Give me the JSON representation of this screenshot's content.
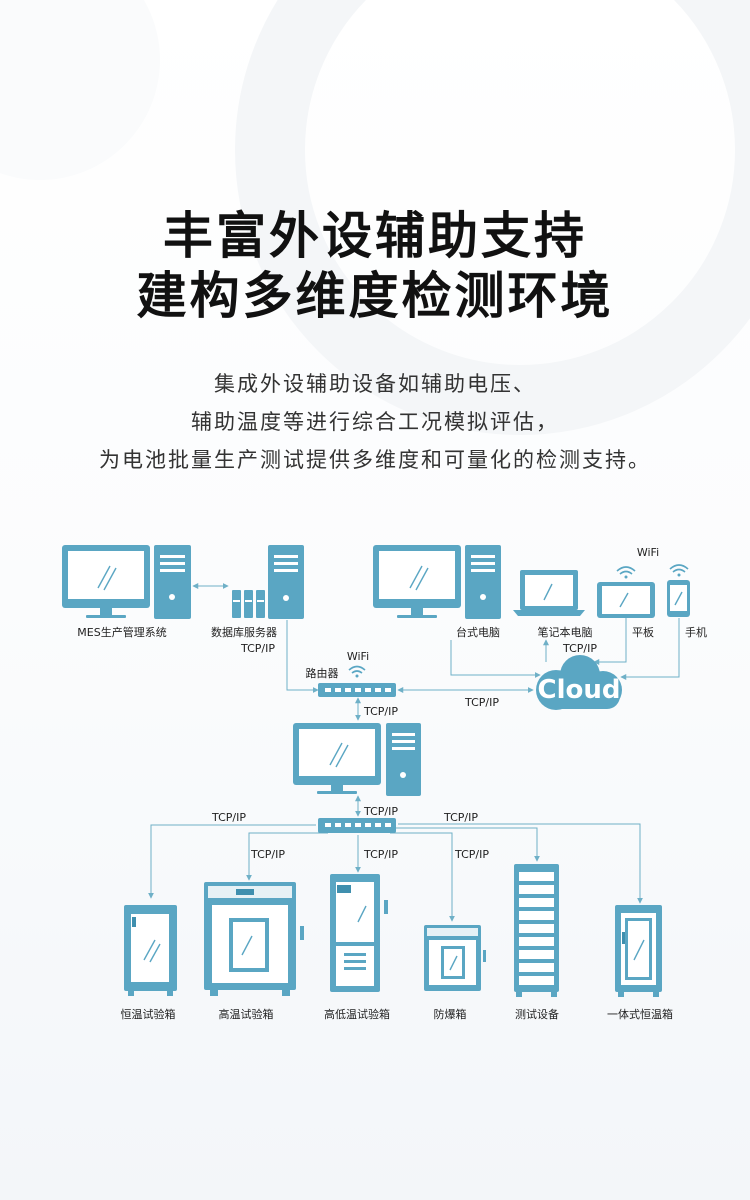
{
  "headline": {
    "line1": "丰富外设辅助支持",
    "line2": "建构多维度检测环境"
  },
  "description": {
    "line1": "集成外设辅助设备如辅助电压、",
    "line2": "辅助温度等进行综合工况模拟评估，",
    "line3": "为电池批量生产测试提供多维度和可量化的检测支持。"
  },
  "diagram": {
    "nodes": {
      "mes": "MES生产管理系统",
      "db_server": "数据库服务器",
      "desktop": "台式电脑",
      "laptop": "笔记本电脑",
      "tablet": "平板",
      "phone": "手机",
      "router": "路由器",
      "cloud": "Cloud",
      "chamber1": "恒温试验箱",
      "chamber2": "高温试验箱",
      "chamber3": "高低温试验箱",
      "chamber4": "防爆箱",
      "test_equipment": "测试设备",
      "chamber6": "一体式恒温箱"
    },
    "protocols": {
      "wifi": "WiFi",
      "tcpip": "TCP/IP"
    }
  },
  "colors": {
    "device_blue": "#5aa6c3",
    "connector_line": "#6fb0c7",
    "headline_text": "#111111"
  }
}
